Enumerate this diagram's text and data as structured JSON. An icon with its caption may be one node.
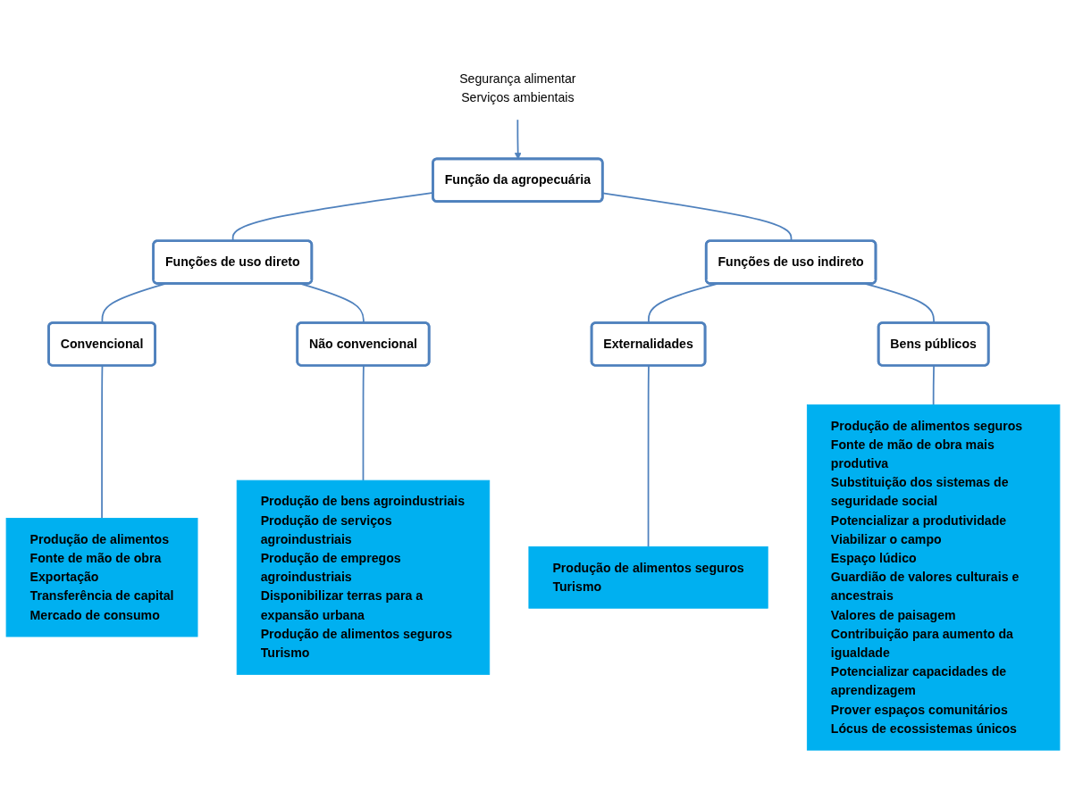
{
  "diagram": {
    "nodes": [
      {
        "text": [
          "Função da agropecuária"
        ]
      },
      {
        "text": [
          "Funções de uso direto"
        ]
      },
      {
        "text": [
          "Funções de uso indireto"
        ]
      },
      {
        "text": [
          "Convencional"
        ]
      },
      {
        "text": [
          "Não convencional"
        ]
      },
      {
        "text": [
          "Externalidades"
        ]
      },
      {
        "text": [
          "Bens públicos"
        ]
      },
      {
        "text": [
          "Produção de alimentos",
          "Fonte de mão de obra",
          "Exportação",
          "Transferência de capital",
          "Mercado de consumo"
        ]
      },
      {
        "text": [
          "Produção de bens agroindustriais",
          "Produção de serviços agroindustriais",
          "Produção de empregos agroindustriais",
          "Disponibilizar terras para a expansão urbana",
          "Produção de alimentos seguros",
          "Turismo"
        ]
      },
      {
        "text": [
          "Produção de alimentos seguros",
          "Turismo"
        ]
      },
      {
        "text": [
          "Produção de alimentos seguros",
          "Fonte de mão de obra mais produtiva",
          "Substituição dos sistemas de seguridade social",
          "Potencializar a produtividade",
          "Viabilizar o campo",
          "Espaço lúdico",
          "Guardião de valores culturais e ancestrais",
          "Valores de paisagem",
          "Contribuição para aumento da igualdade",
          "Potencializar capacidades de aprendizagem",
          "Prover espaços comunitários",
          "Lócus de ecossistemas únicos"
        ]
      },
      {
        "text": [
          "Segurança alimentar",
          "Serviços ambientais"
        ]
      }
    ],
    "edges": [
      {
        "from": 0,
        "to": 1,
        "arrow": "none"
      },
      {
        "from": 0,
        "to": 2,
        "arrow": "none"
      },
      {
        "from": 1,
        "to": 3,
        "arrow": "none"
      },
      {
        "from": 1,
        "to": 4,
        "arrow": "none"
      },
      {
        "from": 2,
        "to": 5,
        "arrow": "none"
      },
      {
        "from": 2,
        "to": 6,
        "arrow": "none"
      },
      {
        "from": 3,
        "to": 7,
        "arrow": "none"
      },
      {
        "from": 4,
        "to": 8,
        "arrow": "none"
      },
      {
        "from": 5,
        "to": 9,
        "arrow": "none"
      },
      {
        "from": 6,
        "to": 10,
        "arrow": "none"
      },
      {
        "from": 11,
        "to": 0,
        "arrow": "to"
      }
    ]
  }
}
